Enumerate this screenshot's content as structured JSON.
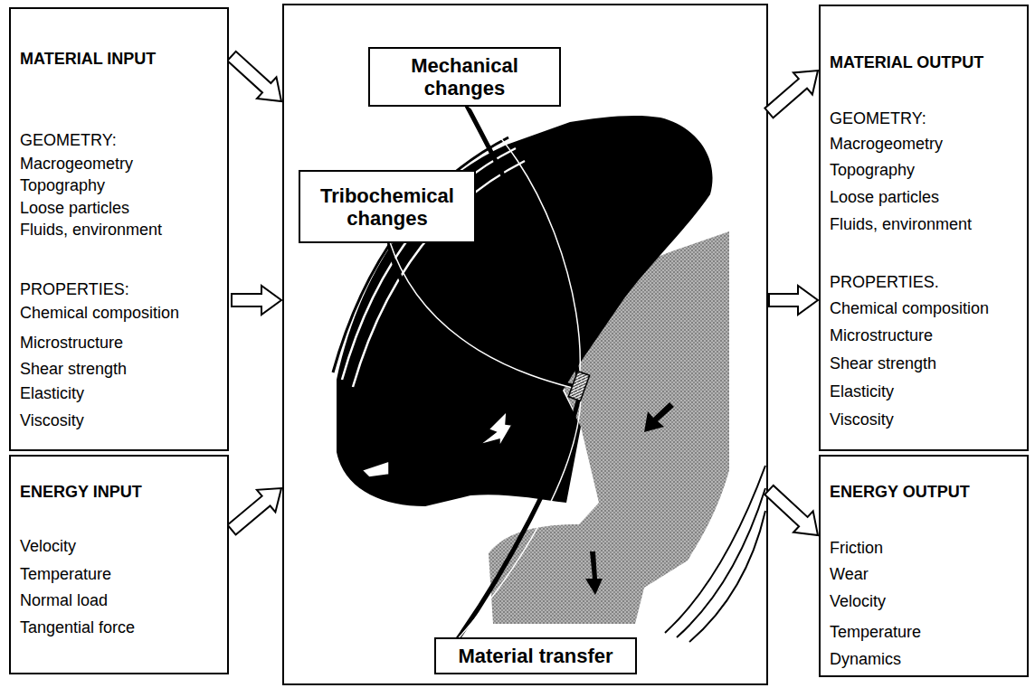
{
  "diagram": {
    "nodes": [
      {
        "text": [
          "MATERIAL INPUT",
          "GEOMETRY:",
          "Macrogeometry",
          "Topography",
          "Loose particles",
          "Fluids, environment",
          "PROPERTIES:",
          "Chemical composition",
          "Microstructure",
          "Shear strength",
          "Elasticity",
          "Viscosity"
        ]
      },
      {
        "text": [
          "ENERGY INPUT",
          "Velocity",
          "Temperature",
          "Normal load",
          "Tangential force"
        ]
      },
      {
        "text": [
          "Mechanical changes"
        ]
      },
      {
        "text": [
          "Tribochemical changes"
        ]
      },
      {
        "text": [
          "Material transfer"
        ]
      },
      {
        "text": [
          "MATERIAL OUTPUT",
          "GEOMETRY:",
          "Macrogeometry",
          "Topography",
          "Loose particles",
          "Fluids, environment",
          "PROPERTIES.",
          "Chemical composition",
          "Microstructure",
          "Shear strength",
          "Elasticity",
          "Viscosity"
        ]
      },
      {
        "text": [
          "ENERGY OUTPUT",
          "Friction",
          "Wear",
          "Velocity",
          "Temperature",
          "Dynamics"
        ]
      }
    ]
  }
}
